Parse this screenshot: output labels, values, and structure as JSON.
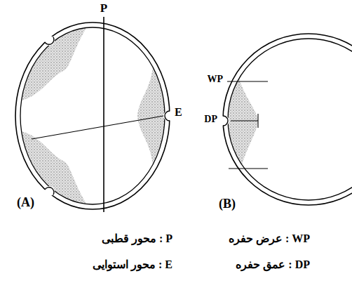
{
  "diagram": {
    "labels": [
      "P",
      "E",
      "(A)",
      "WP",
      "DP",
      "(B)",
      "P : محور قطبی",
      "E : محور استوایی",
      "WP : عرض حفره",
      "DP : عمق حفره"
    ]
  }
}
